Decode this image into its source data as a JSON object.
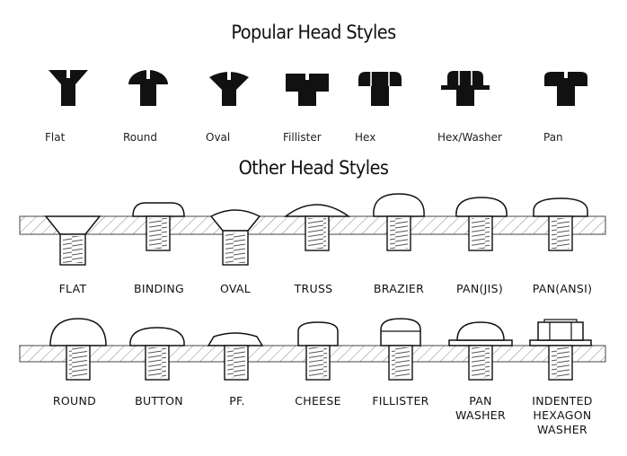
{
  "popular": {
    "title": "Popular Head Styles",
    "items": [
      {
        "label": "Flat",
        "icon": "flat-head-icon"
      },
      {
        "label": "Round",
        "icon": "round-head-icon"
      },
      {
        "label": "Oval",
        "icon": "oval-head-icon"
      },
      {
        "label": "Fillister",
        "icon": "fillister-head-icon"
      },
      {
        "label": "Hex",
        "icon": "hex-head-icon"
      },
      {
        "label": "Hex/Washer",
        "icon": "hex-washer-head-icon"
      },
      {
        "label": "Pan",
        "icon": "pan-head-icon"
      }
    ]
  },
  "other": {
    "title": "Other Head Styles",
    "row1": [
      {
        "lines": [
          "FLAT"
        ],
        "icon": "flat-screw-icon"
      },
      {
        "lines": [
          "BINDING"
        ],
        "icon": "binding-screw-icon"
      },
      {
        "lines": [
          "OVAL"
        ],
        "icon": "oval-screw-icon"
      },
      {
        "lines": [
          "TRUSS"
        ],
        "icon": "truss-screw-icon"
      },
      {
        "lines": [
          "BRAZIER"
        ],
        "icon": "brazier-screw-icon"
      },
      {
        "lines": [
          "PAN(JIS)"
        ],
        "icon": "pan-jis-screw-icon"
      },
      {
        "lines": [
          "PAN(ANSI)"
        ],
        "icon": "pan-ansi-screw-icon"
      }
    ],
    "row2": [
      {
        "lines": [
          "ROUND"
        ],
        "icon": "round-screw-icon"
      },
      {
        "lines": [
          "BUTTON"
        ],
        "icon": "button-screw-icon"
      },
      {
        "lines": [
          "PF."
        ],
        "icon": "pf-screw-icon"
      },
      {
        "lines": [
          "CHEESE"
        ],
        "icon": "cheese-screw-icon"
      },
      {
        "lines": [
          "FILLISTER"
        ],
        "icon": "fillister-screw-icon"
      },
      {
        "lines": [
          "PAN",
          "WASHER"
        ],
        "icon": "pan-washer-screw-icon"
      },
      {
        "lines": [
          "INDENTED",
          "HEXAGON",
          "WASHER"
        ],
        "icon": "indented-hexagon-washer-screw-icon"
      }
    ]
  },
  "colors": {
    "ink": "#111111",
    "plate_hatch": "#777777",
    "background": "#ffffff"
  }
}
